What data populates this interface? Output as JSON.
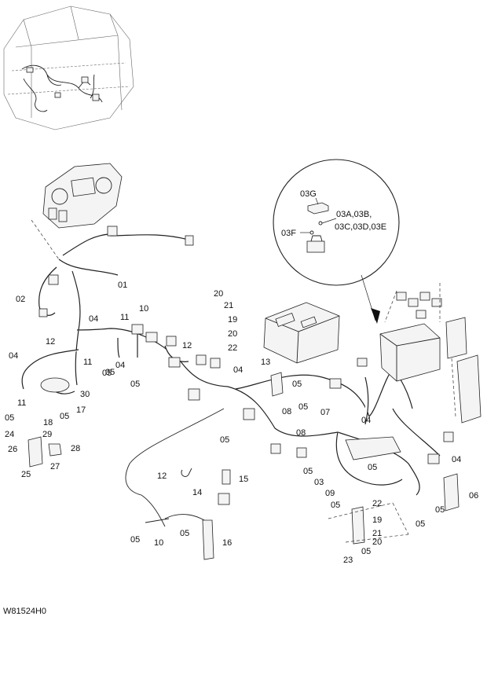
{
  "drawing_code": "W81524H0",
  "detail_labels": [
    "03G",
    "03A,03B,",
    "03C,03D,03E",
    "03F"
  ],
  "callouts": [
    "01",
    "02",
    "04",
    "12",
    "04",
    "11",
    "11",
    "05",
    "05",
    "30",
    "05",
    "18",
    "17",
    "24",
    "29",
    "28",
    "26",
    "27",
    "25",
    "20",
    "21",
    "19",
    "20",
    "22",
    "10",
    "11",
    "04",
    "05",
    "05",
    "12",
    "04",
    "13",
    "05",
    "05",
    "08",
    "05",
    "07",
    "08",
    "04",
    "05",
    "05",
    "03",
    "09",
    "04",
    "05",
    "05",
    "12",
    "14",
    "15",
    "05",
    "10",
    "05",
    "16",
    "22",
    "19",
    "21",
    "20",
    "05",
    "23",
    "06",
    "05"
  ]
}
